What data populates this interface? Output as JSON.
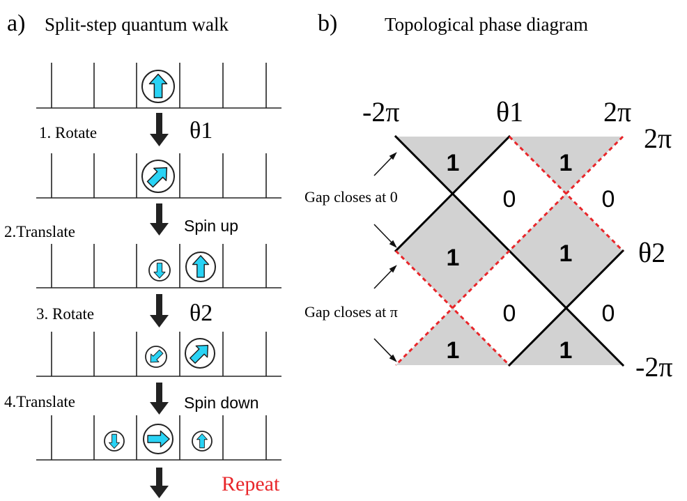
{
  "panel_a": {
    "label": "a)",
    "title": "Split-step quantum walk",
    "steps": [
      {
        "text": "1. Rotate",
        "param": "θ1"
      },
      {
        "text": "2.Translate",
        "param": "Spin up"
      },
      {
        "text": "3. Rotate",
        "param": "θ2"
      },
      {
        "text": "4.Translate",
        "param": "Spin down"
      }
    ],
    "repeat": "Repeat"
  },
  "panel_b": {
    "label": "b)",
    "title": "Topological phase diagram",
    "top_axis": {
      "left": "-2π",
      "center": "θ1",
      "right": "2π"
    },
    "right_axis": {
      "top": "2π",
      "middle": "θ2",
      "bottom": "-2π"
    },
    "annotations": [
      "Gap closes at 0",
      "Gap closes at π"
    ],
    "regions": [
      "1",
      "1",
      "0",
      "0",
      "1",
      "1",
      "0",
      "0",
      "1",
      "1"
    ]
  },
  "colors": {
    "arrow_fill": "#29d3f5",
    "shaded": "#d2d2d2",
    "solid_boundary": "#000000",
    "dashed_boundary": "#e8262a",
    "repeat_text": "#e8262a"
  }
}
